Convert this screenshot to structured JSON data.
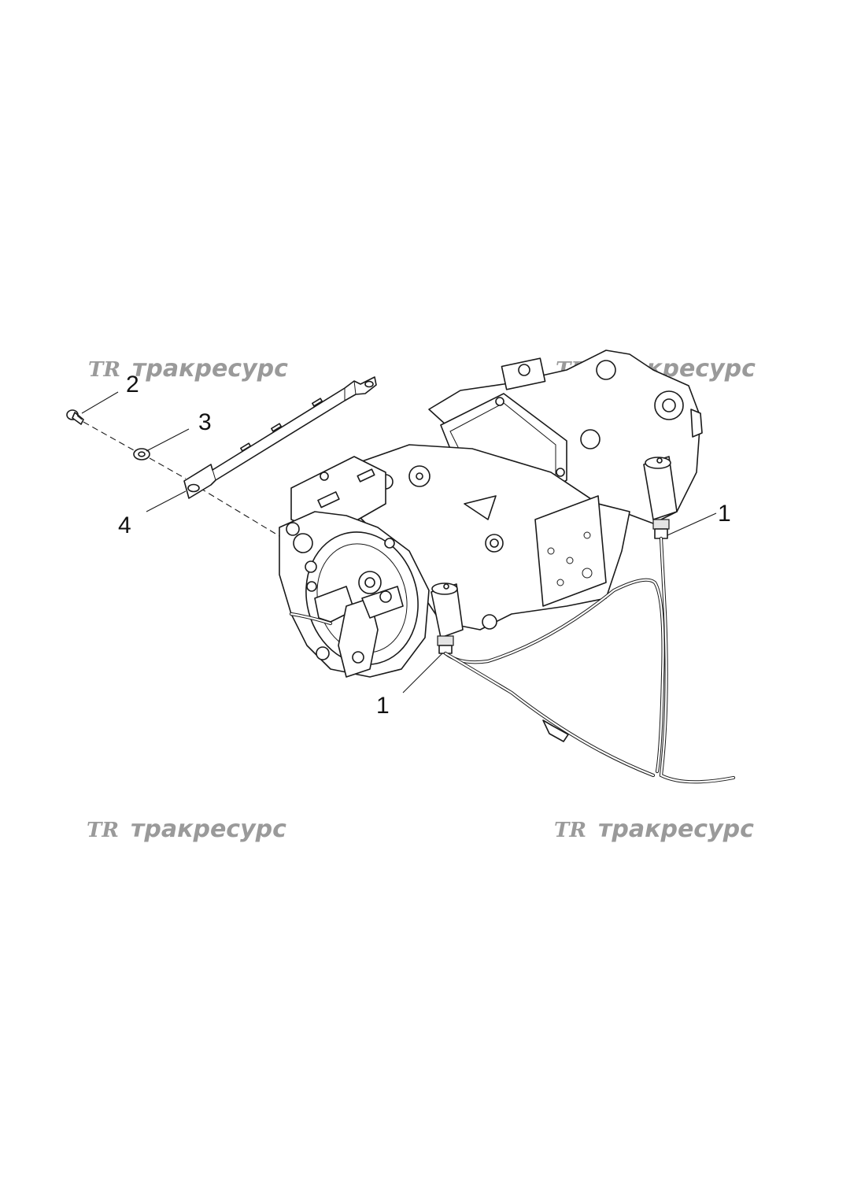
{
  "watermarks": [
    {
      "logo": "TR",
      "text": "тракресурс"
    },
    {
      "logo": "TR",
      "text": "тракресурс"
    },
    {
      "logo": "TR",
      "text": "тракресурс"
    },
    {
      "logo": "TR",
      "text": "тракресурс"
    }
  ],
  "callouts": {
    "c1a": "1",
    "c1b": "1",
    "c2": "2",
    "c3": "3",
    "c4": "4"
  }
}
